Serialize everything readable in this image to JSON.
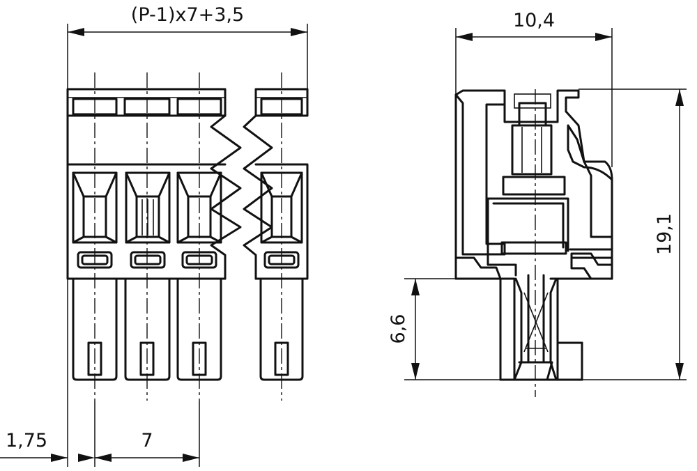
{
  "dimensions": {
    "overall_width": "(P-1)x7+3,5",
    "side_width": "10,4",
    "height": "19,1",
    "pin_length": "6,6",
    "edge_offset": "1,75",
    "pitch": "7"
  },
  "colors": {
    "line": "#111111",
    "background": "#ffffff"
  }
}
